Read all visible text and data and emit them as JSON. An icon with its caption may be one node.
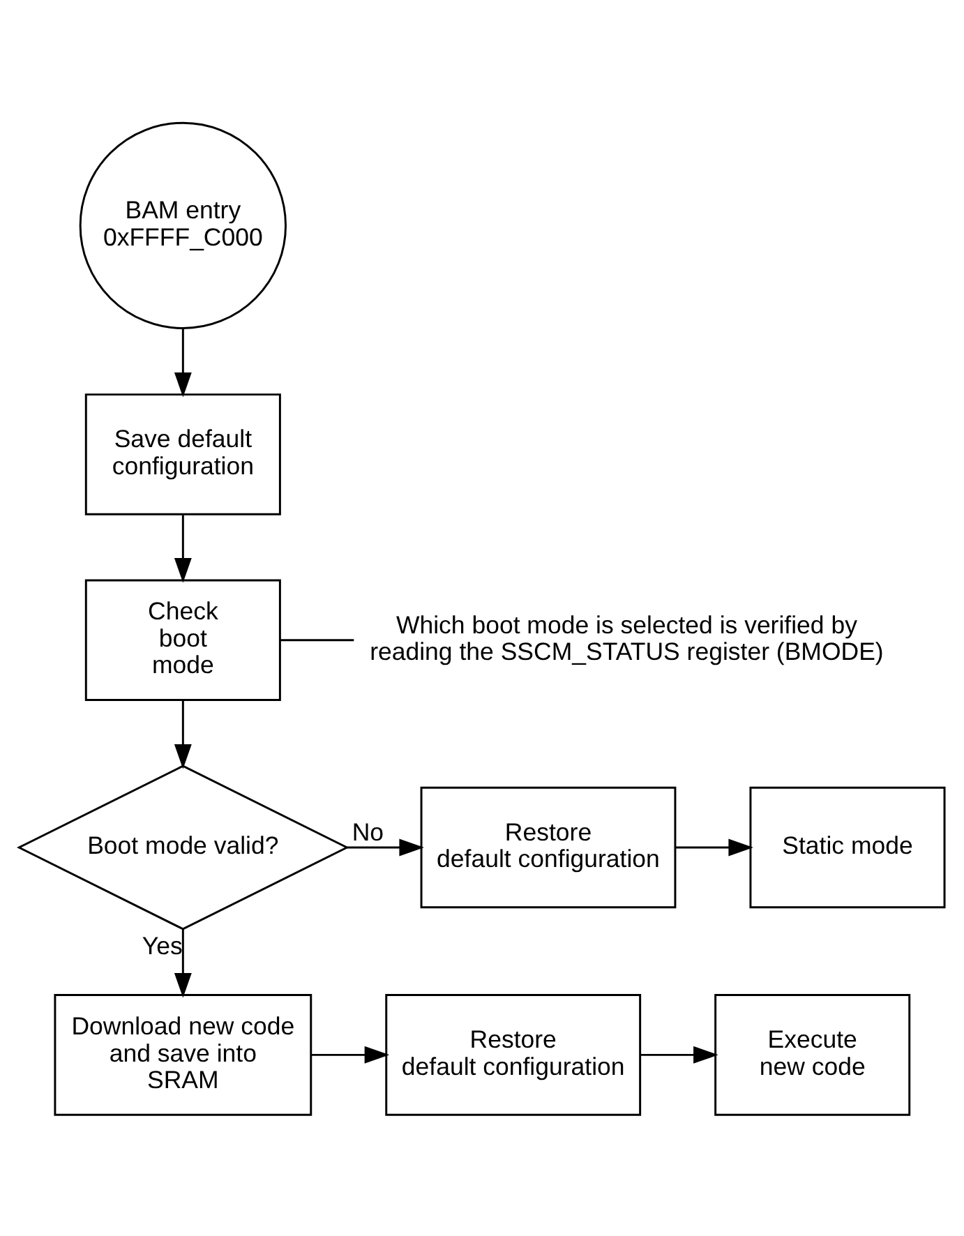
{
  "diagram": {
    "nodes": [
      {
        "text": [
          "BAM entry 0xFFFF_C000"
        ]
      },
      {
        "text": [
          "Save default configuration"
        ]
      },
      {
        "text": [
          "Check boot mode"
        ]
      },
      {
        "text": [
          "Which boot mode is selected is verified by reading the SSCM_STATUS register (BMODE)"
        ]
      },
      {
        "text": [
          "Boot mode valid?"
        ]
      },
      {
        "text": [
          "Restore default configuration"
        ]
      },
      {
        "text": [
          "Static mode"
        ]
      },
      {
        "text": [
          "Download new code and save into SRAM"
        ]
      },
      {
        "text": [
          "Restore default configuration"
        ]
      },
      {
        "text": [
          "Execute new code"
        ]
      }
    ],
    "edges": [
      {
        "from": 0,
        "to": 1,
        "arrow": "to"
      },
      {
        "from": 1,
        "to": 2,
        "arrow": "to"
      },
      {
        "from": 3,
        "to": 2,
        "arrow": "none"
      },
      {
        "from": 2,
        "to": 4,
        "arrow": "to"
      },
      {
        "from": 4,
        "to": 5,
        "label": "No",
        "arrow": "to"
      },
      {
        "from": 5,
        "to": 6,
        "arrow": "to"
      },
      {
        "from": 4,
        "to": 7,
        "label": "Yes",
        "arrow": "to"
      },
      {
        "from": 7,
        "to": 8,
        "arrow": "to"
      },
      {
        "from": 8,
        "to": 9,
        "arrow": "to"
      }
    ]
  }
}
